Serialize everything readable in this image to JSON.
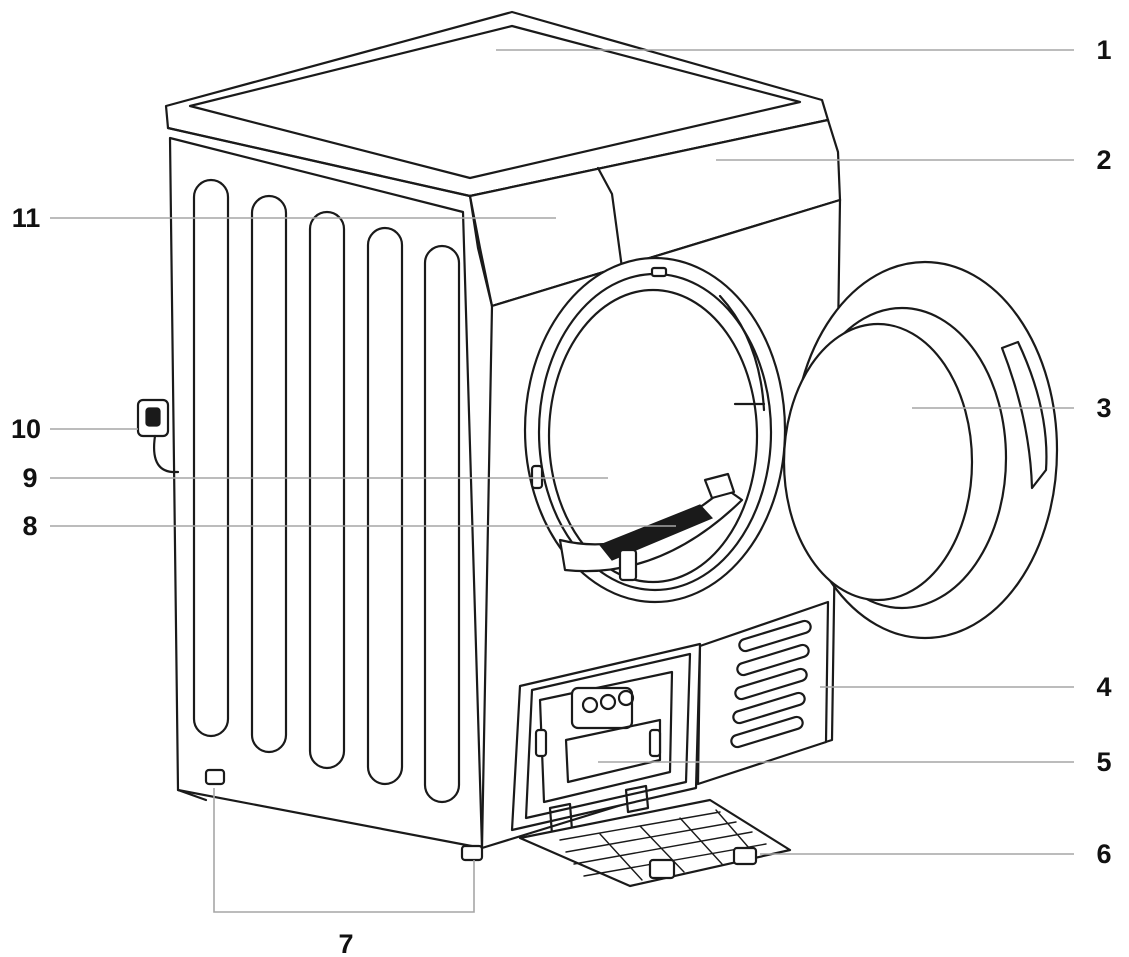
{
  "callouts": [
    {
      "id": "1",
      "text": "1"
    },
    {
      "id": "2",
      "text": "2"
    },
    {
      "id": "3",
      "text": "3"
    },
    {
      "id": "4",
      "text": "4"
    },
    {
      "id": "5",
      "text": "5"
    },
    {
      "id": "6",
      "text": "6"
    },
    {
      "id": "7",
      "text": "7"
    },
    {
      "id": "8",
      "text": "8"
    },
    {
      "id": "9",
      "text": "9"
    },
    {
      "id": "10",
      "text": "10"
    },
    {
      "id": "11",
      "text": "11"
    }
  ],
  "colors": {
    "line": "#1a1a1a",
    "leader": "#a6a6a6",
    "background": "#ffffff"
  }
}
